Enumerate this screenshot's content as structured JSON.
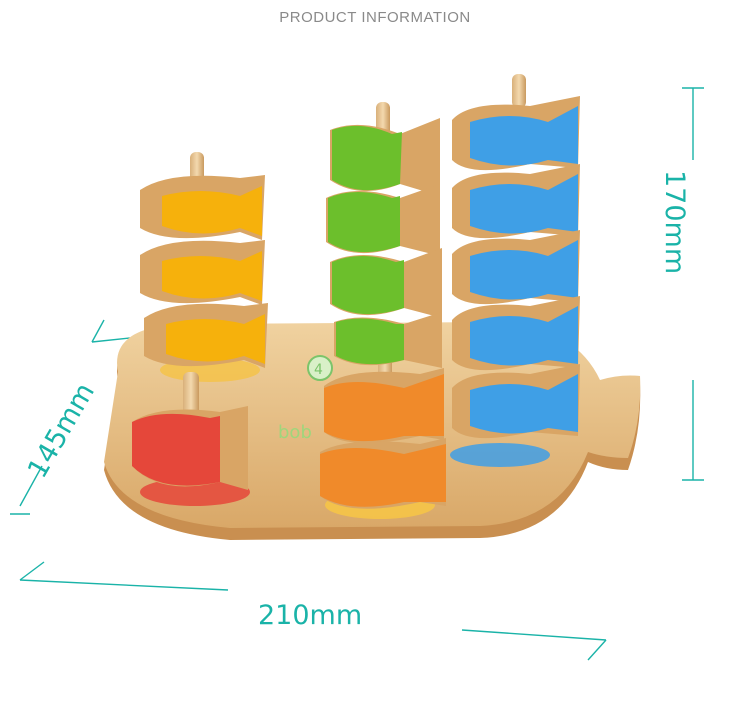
{
  "header": {
    "title": "PRODUCT INFORMATION"
  },
  "dimensions": {
    "height": "170mm",
    "depth": "145mm",
    "width": "210mm"
  },
  "product": {
    "brand_print": "bob",
    "base_number": "4"
  },
  "colors": {
    "accent": "#1ab3a8",
    "wood": "#e2bb82",
    "yellow_fish": "#f6b10c",
    "green_fish": "#6cbf2c",
    "blue_fish": "#3f9fe6",
    "orange_fish": "#f08a2a",
    "red_fish": "#e5473a"
  }
}
